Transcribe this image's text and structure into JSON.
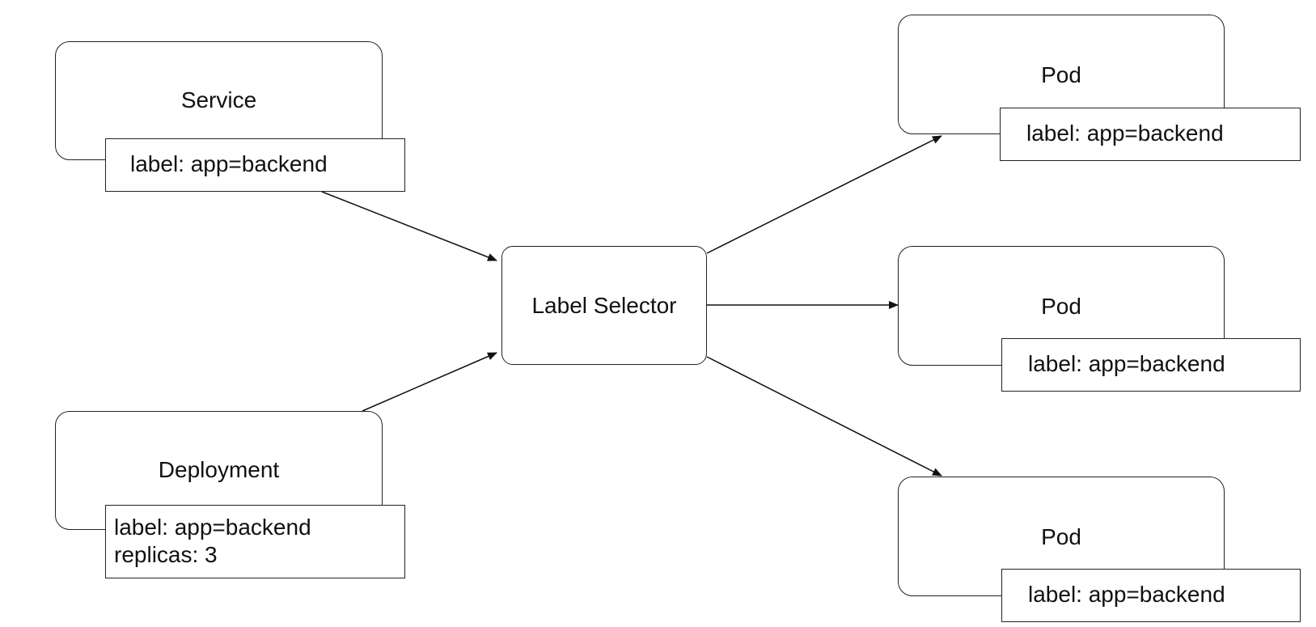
{
  "service": {
    "title": "Service",
    "label": "label: app=backend"
  },
  "deployment": {
    "title": "Deployment",
    "label": "label: app=backend",
    "replicas": "replicas: 3"
  },
  "selector": {
    "title": "Label Selector"
  },
  "pods": [
    {
      "title": "Pod",
      "label": "label: app=backend"
    },
    {
      "title": "Pod",
      "label": "label: app=backend"
    },
    {
      "title": "Pod",
      "label": "label: app=backend"
    }
  ]
}
